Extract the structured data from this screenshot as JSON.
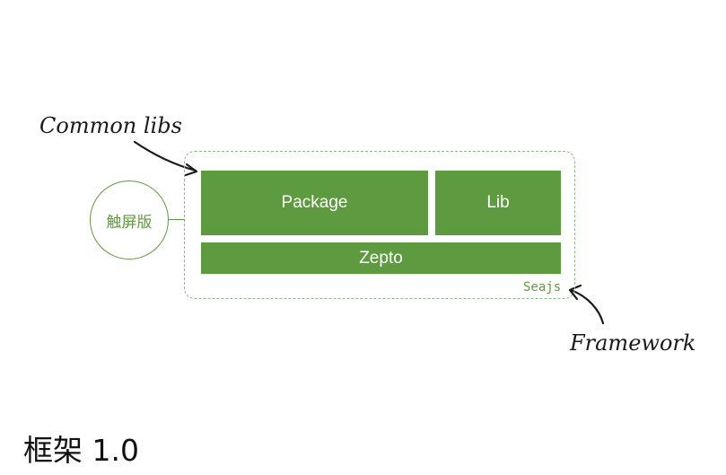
{
  "annotations": {
    "common_libs": "Common libs",
    "framework": "Framework"
  },
  "blocks": {
    "package": "Package",
    "lib": "Lib",
    "zepto": "Zepto",
    "loader": "Seajs"
  },
  "side_node": "触屏版",
  "title": "框架 1.0",
  "colors": {
    "block_fill": "#5e9a40",
    "accent_green": "#5e9a40",
    "dashed_border": "#8fb58f",
    "annotation_ink": "#1a1a1a"
  }
}
